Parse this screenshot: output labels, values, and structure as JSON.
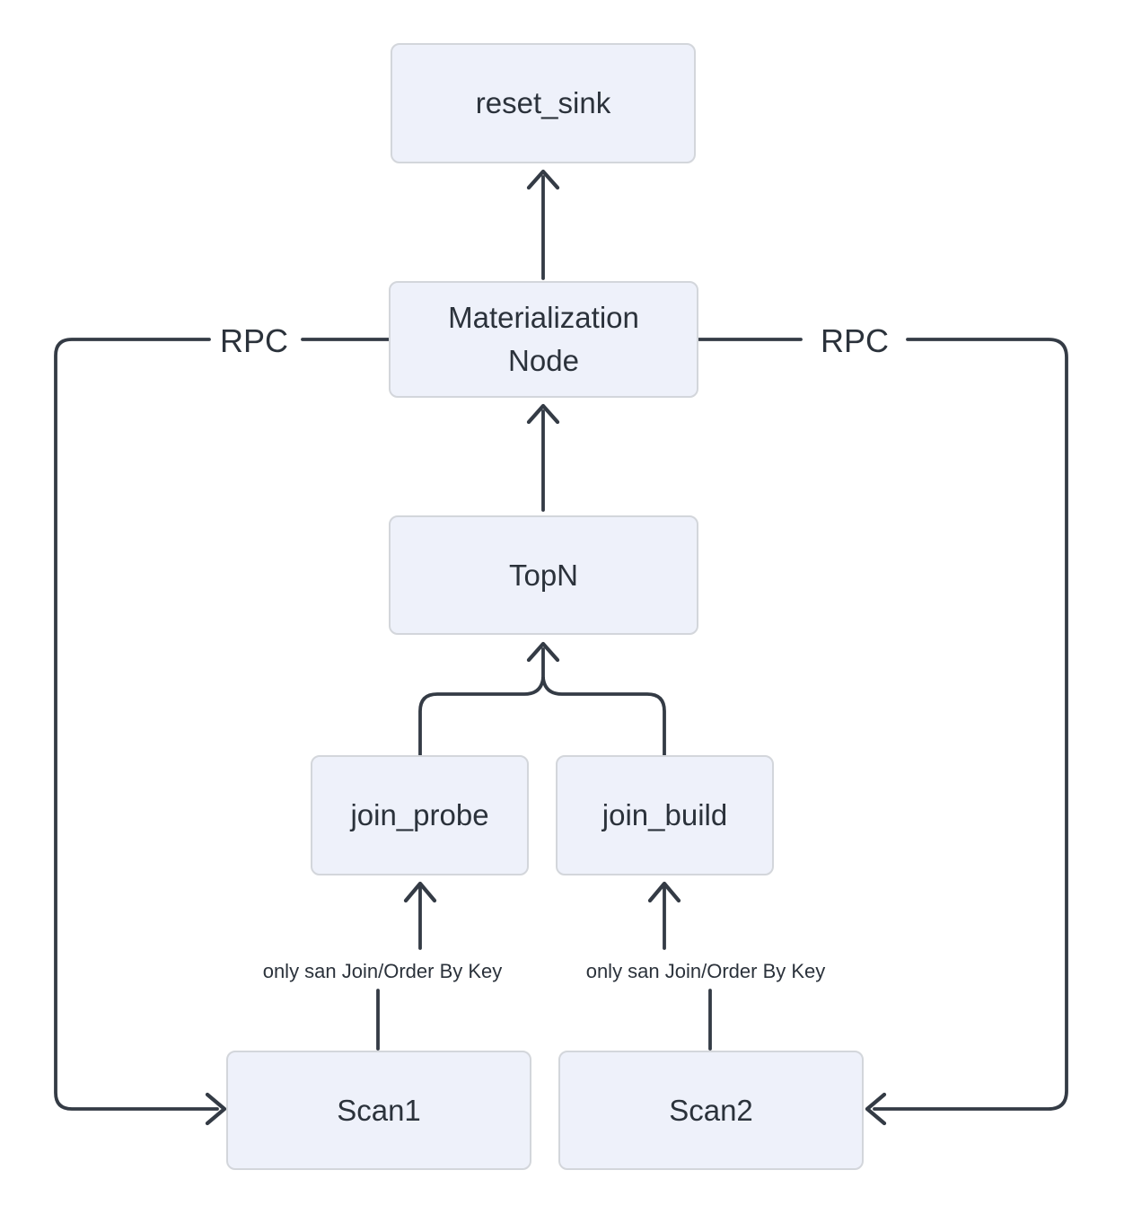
{
  "diagram": {
    "nodes": {
      "reset_sink": {
        "label": "reset_sink"
      },
      "materialization": {
        "label": "Materialization Node"
      },
      "topn": {
        "label": "TopN"
      },
      "join_probe": {
        "label": "join_probe"
      },
      "join_build": {
        "label": "join_build"
      },
      "scan1": {
        "label": "Scan1"
      },
      "scan2": {
        "label": "Scan2"
      }
    },
    "edge_labels": {
      "rpc_left": "RPC",
      "rpc_right": "RPC",
      "scan1_note": "only san Join/Order By Key",
      "scan2_note": "only san Join/Order By Key"
    },
    "colors": {
      "node_fill": "#eef1fa",
      "node_border": "#d3d6db",
      "edge": "#343b45",
      "text": "#2b323b",
      "background": "#ffffff"
    }
  }
}
